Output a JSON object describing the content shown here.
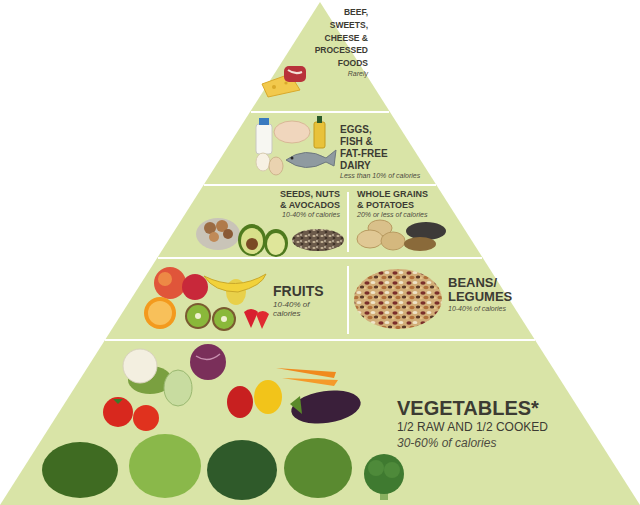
{
  "diagram": {
    "nodes": [
      {
        "text": [
          "BEEF, SWEETS, CHEESE & PROCESSED FOODS",
          "Rarely"
        ]
      },
      {
        "text": [
          "EGGS, FISH & FAT-FREE DAIRY",
          "Less than 10% of calories"
        ]
      },
      {
        "text": [
          "SEEDS, NUTS & AVOCADOS",
          "10-40% of calories"
        ]
      },
      {
        "text": [
          "WHOLE GRAINS & POTATOES",
          "20% or less of calories"
        ]
      },
      {
        "text": [
          "FRUITS",
          "10-40% of calories"
        ]
      },
      {
        "text": [
          "BEANS/ LEGUMES",
          "10-40% of calories"
        ]
      },
      {
        "text": [
          "VEGETABLES*",
          "1/2 RAW AND 1/2 COOKED",
          "30-60% of calories"
        ]
      }
    ]
  }
}
